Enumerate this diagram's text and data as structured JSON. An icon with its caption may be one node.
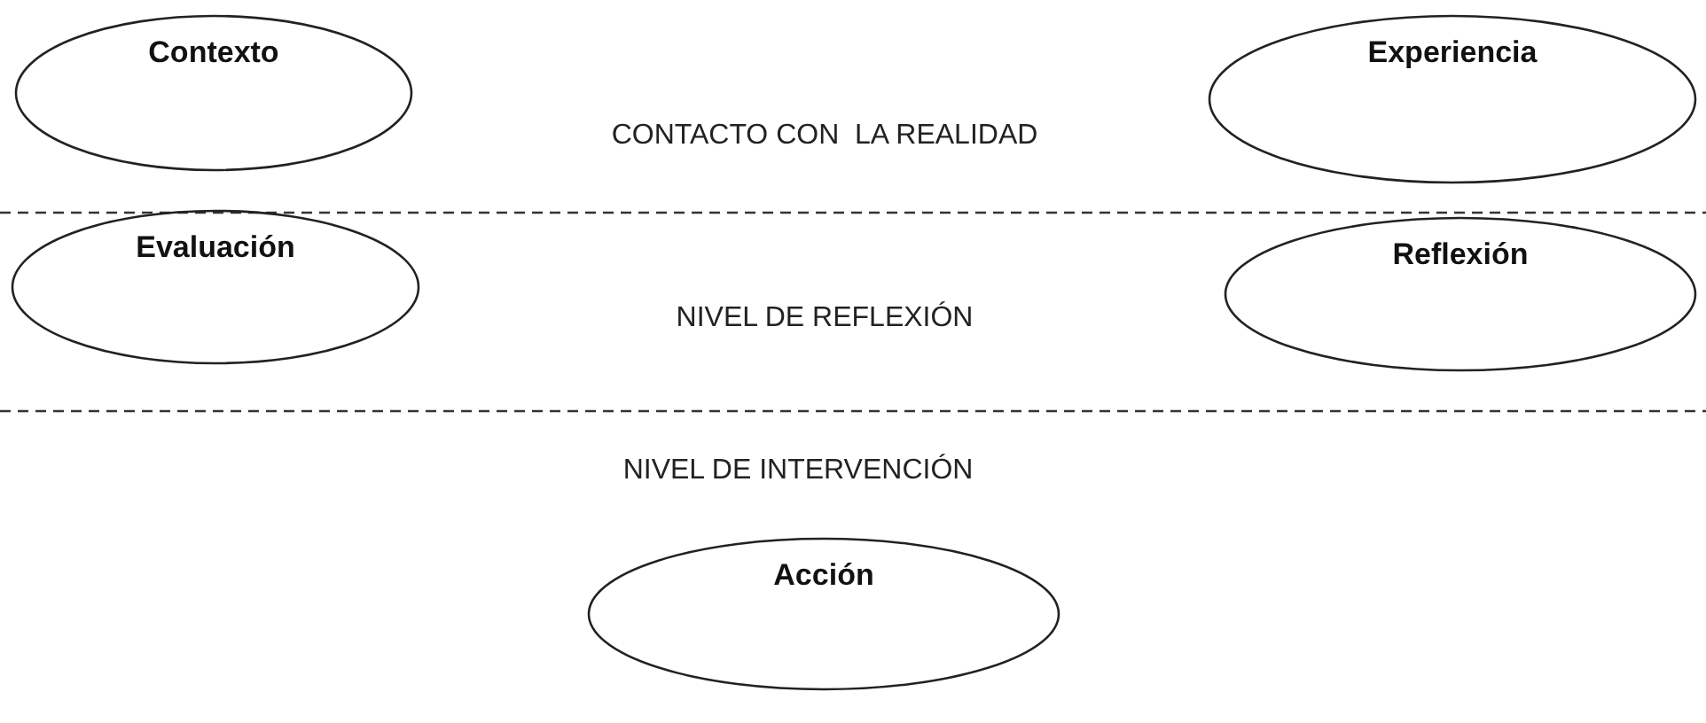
{
  "diagram": {
    "nodes": [
      {
        "text": [
          "Contexto"
        ]
      },
      {
        "text": [
          "Experiencia"
        ]
      },
      {
        "text": [
          "Evaluación"
        ]
      },
      {
        "text": [
          "Reflexión"
        ]
      },
      {
        "text": [
          "Acción"
        ]
      }
    ],
    "labels": [
      "CONTACTO CON  LA REALIDAD",
      "NIVEL DE REFLEXIÓN",
      "NIVEL DE INTERVENCIÓN"
    ]
  }
}
